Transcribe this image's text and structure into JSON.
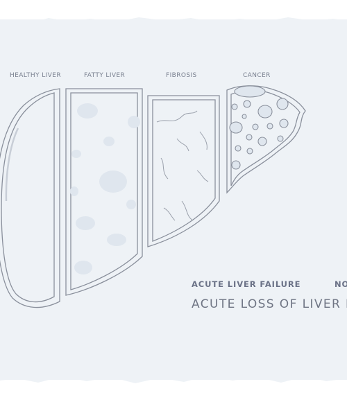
{
  "stages": [
    {
      "label": "HEALTHY LIVER"
    },
    {
      "label": "FATTY LIVER"
    },
    {
      "label": "FIBROSIS"
    },
    {
      "label": "CANCER"
    }
  ],
  "caption": {
    "subtitle": "ACUTE LIVER FAILURE",
    "subtitle_next": "NO",
    "heading": "ACUTE LOSS OF LIVER F"
  },
  "colors": {
    "background": "#eef2f6",
    "outline": "#8a909c",
    "fill_spot": "#dfe6ee"
  }
}
